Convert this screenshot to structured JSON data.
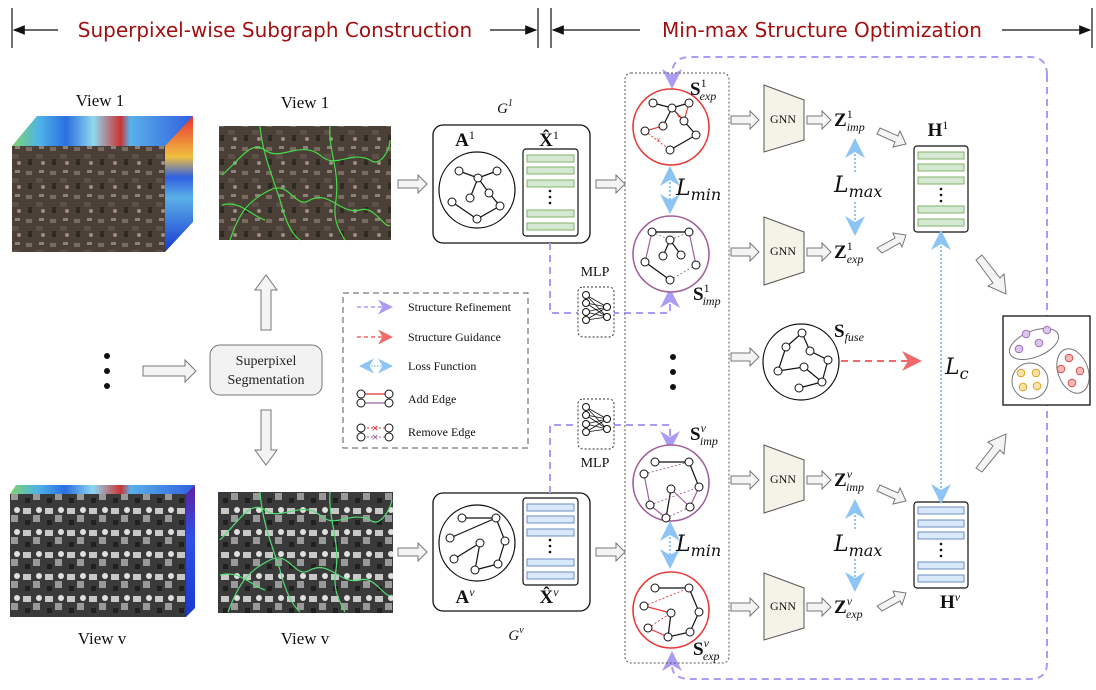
{
  "sections": {
    "left": "Superpixel-wise Subgraph Construction",
    "right": "Min-max Structure Optimization"
  },
  "views": {
    "cube_top_label": "View 1",
    "seg_top_label": "View 1",
    "cube_bottom_label": "View v",
    "seg_bottom_label": "View v"
  },
  "segmentation_box": {
    "line1": "Superpixel",
    "line2": "Segmentation"
  },
  "legend": {
    "items": [
      {
        "label": "Structure Refinement",
        "color": "#a89cf5",
        "style": "dashed-arrow"
      },
      {
        "label": "Structure Guidance",
        "color": "#f06a6a",
        "style": "dashed-arrow"
      },
      {
        "label": "Loss Function",
        "color": "#8cc4f5",
        "style": "dotted-double-arrow"
      },
      {
        "label": "Add Edge",
        "color": "#e03030",
        "style": "edge-add"
      },
      {
        "label": "Remove Edge",
        "color": "#e03030",
        "style": "edge-remove"
      }
    ]
  },
  "graphs": {
    "top": {
      "name": "G",
      "sup": "1",
      "adj": "A",
      "adj_sup": "1",
      "feat": "X̂",
      "feat_sup": "1",
      "feat_color": "#d5e8d4",
      "feat_border": "#82b366"
    },
    "bottom": {
      "name": "G",
      "sup": "v",
      "adj": "A",
      "adj_sup": "v",
      "feat": "X̂",
      "feat_sup": "v",
      "feat_color": "#dae8fc",
      "feat_border": "#6c8ebf"
    }
  },
  "mlp": {
    "top_label": "MLP",
    "bottom_label": "MLP"
  },
  "structures": {
    "s1_exp": {
      "base": "S",
      "sup": "1",
      "sub": "exp",
      "color": "#e83a3a"
    },
    "s1_imp": {
      "base": "S",
      "sup": "1",
      "sub": "imp",
      "color": "#a0609a"
    },
    "sv_imp": {
      "base": "S",
      "sup": "v",
      "sub": "imp",
      "color": "#a0609a"
    },
    "sv_exp": {
      "base": "S",
      "sup": "v",
      "sub": "exp",
      "color": "#e83a3a"
    },
    "s_fuse": {
      "base": "S",
      "sub": "fuse"
    }
  },
  "gnn_label": "GNN",
  "embeddings": {
    "z1_imp": {
      "base": "Z",
      "sup": "1",
      "sub": "imp"
    },
    "z1_exp": {
      "base": "Z",
      "sup": "1",
      "sub": "exp"
    },
    "zv_imp": {
      "base": "Z",
      "sup": "v",
      "sub": "imp"
    },
    "zv_exp": {
      "base": "Z",
      "sup": "v",
      "sub": "exp"
    },
    "h1": {
      "base": "H",
      "sup": "1"
    },
    "hv": {
      "base": "H",
      "sup": "v"
    }
  },
  "losses": {
    "l_min_top": {
      "base": "L",
      "sub": "min"
    },
    "l_min_bottom": {
      "base": "L",
      "sub": "min"
    },
    "l_max_top": {
      "base": "L",
      "sub": "max"
    },
    "l_max_bottom": {
      "base": "L",
      "sub": "max"
    },
    "l_c": {
      "base": "L",
      "sub": "c"
    }
  },
  "colors": {
    "section_title": "#a01010",
    "refinement": "#a89cf5",
    "guidance": "#f06a6a",
    "loss": "#8cc4f5",
    "gnn_fill": "#f5f2e8",
    "cluster_purple": "#d9c6ea",
    "cluster_yellow": "#fbe3a8",
    "cluster_red": "#f5b8b8"
  }
}
